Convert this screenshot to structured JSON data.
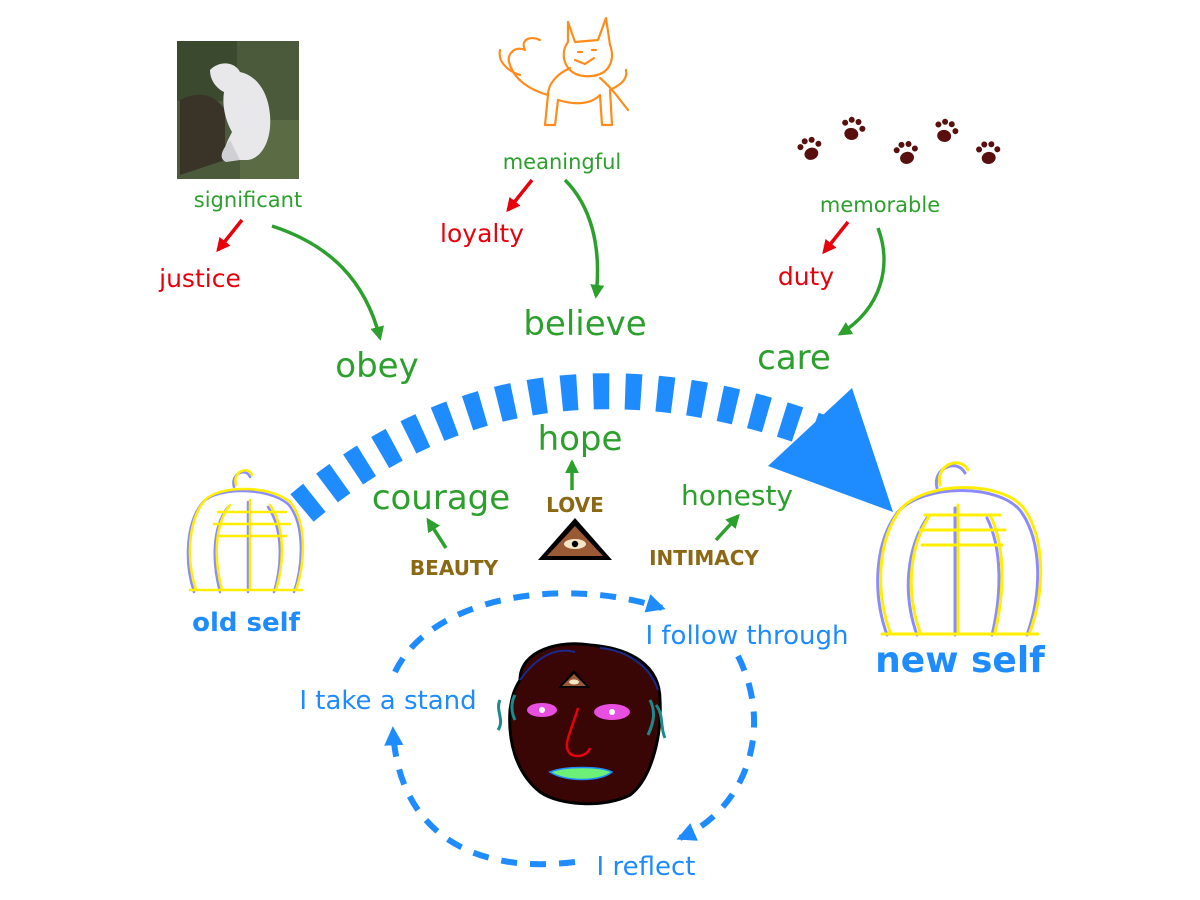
{
  "colors": {
    "green": "#2ca02c",
    "red": "#e8000b",
    "blue": "#1e8cff",
    "brown": "#8b6914",
    "orange": "#ff8c1a",
    "paw": "#5a0f0f",
    "face": "#3a0505",
    "cage_yellow": "#ffee00",
    "cage_lilac": "#8b8bff"
  },
  "top": {
    "significant": "significant",
    "meaningful": "meaningful",
    "memorable": "memorable",
    "justice": "justice",
    "loyalty": "loyalty",
    "duty": "duty",
    "obey": "obey",
    "believe": "believe",
    "care": "care"
  },
  "middle": {
    "hope": "hope",
    "courage": "courage",
    "honesty": "honesty",
    "love": "LOVE",
    "beauty": "BEAUTY",
    "intimacy": "INTIMACY"
  },
  "selves": {
    "old": "old self",
    "new": "new self"
  },
  "cycle": {
    "follow": "I follow through",
    "stand": "I take a stand",
    "reflect": "I reflect"
  }
}
